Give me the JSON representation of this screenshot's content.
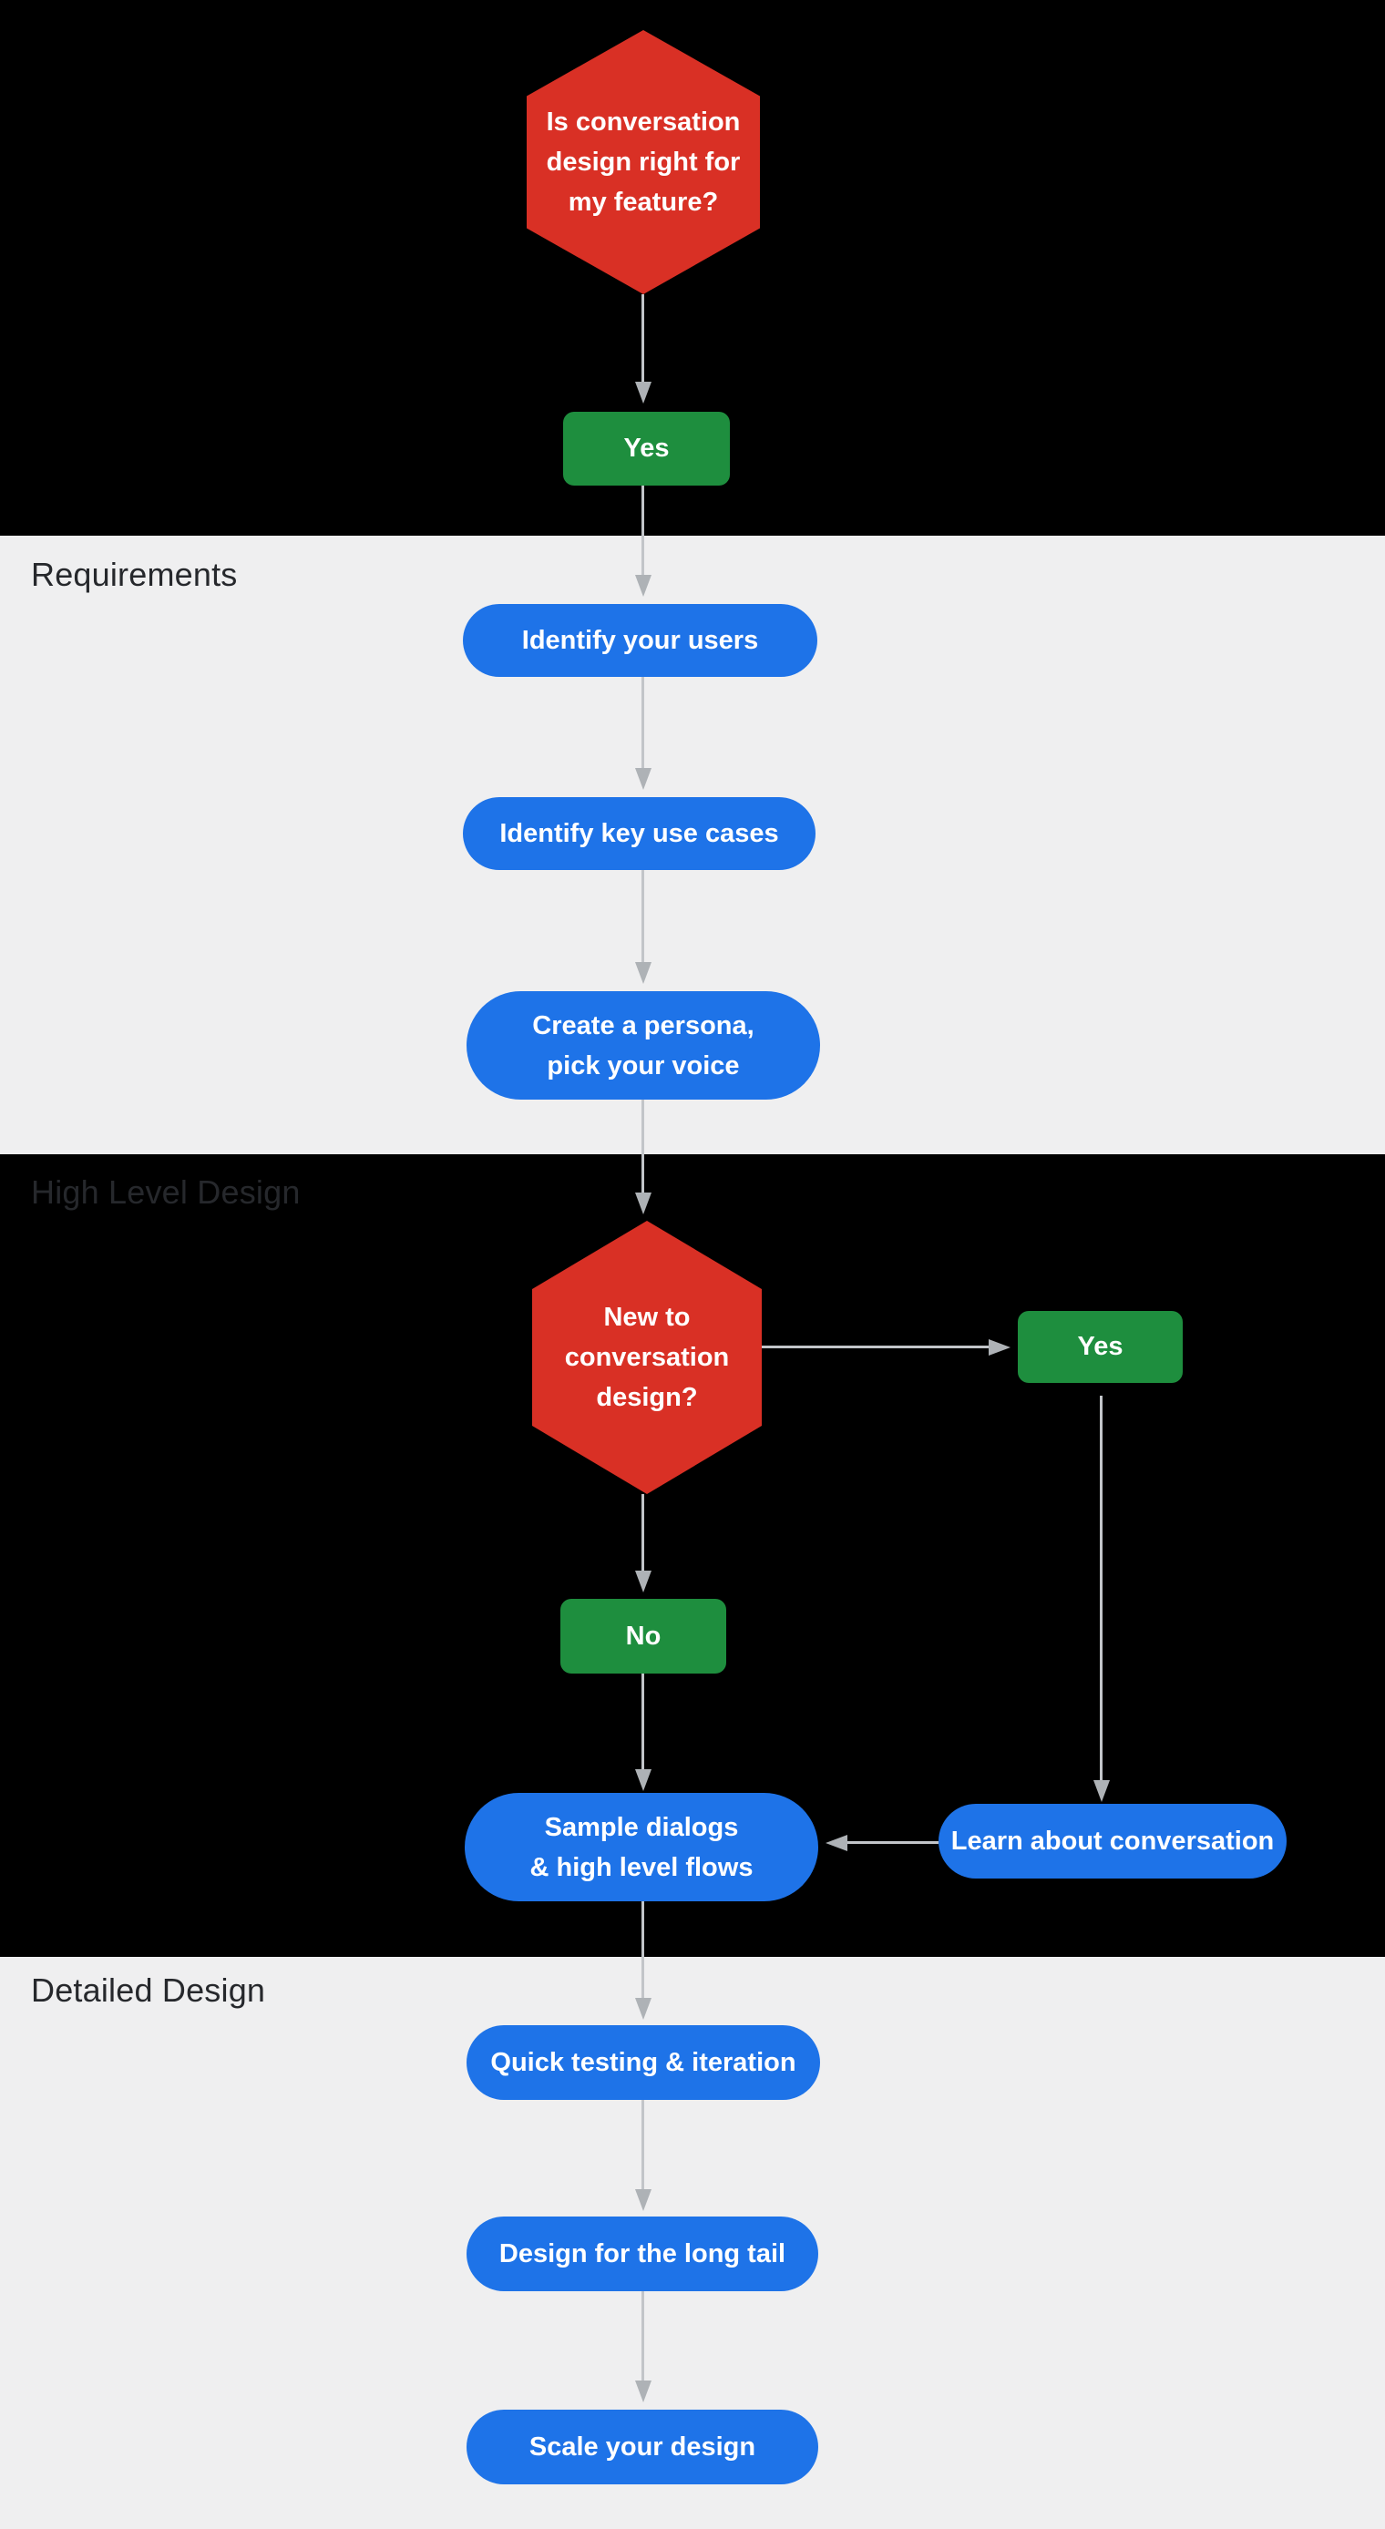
{
  "colors": {
    "bg-dark": "#000000",
    "bg-light": "#efeff0",
    "node-red": "#d93025",
    "node-green": "#1e8e3e",
    "node-blue": "#1e73e8",
    "node-text": "#ffffff",
    "arrow-line": "#c2c5c9",
    "arrow-head": "#aeb2b6",
    "section-label": "#26282c",
    "page-border": "#e0e3e7"
  },
  "sections": {
    "requirements": {
      "label": "Requirements"
    },
    "high_level_design": {
      "label": "High Level Design"
    },
    "detailed_design": {
      "label": "Detailed Design"
    }
  },
  "nodes": {
    "decision_start": {
      "lines": [
        "Is conversation",
        "design right for",
        "my feature?"
      ]
    },
    "decision_start_yes": {
      "label": "Yes"
    },
    "identify_users": {
      "label": "Identify your users"
    },
    "identify_use_cases": {
      "label": "Identify key use cases"
    },
    "create_persona": {
      "lines": [
        "Create a persona,",
        "pick your voice"
      ]
    },
    "decision_new": {
      "lines": [
        "New to",
        "conversation",
        "design?"
      ]
    },
    "decision_new_yes": {
      "label": "Yes"
    },
    "decision_new_no": {
      "label": "No"
    },
    "sample_dialogs": {
      "lines": [
        "Sample dialogs",
        "& high level flows"
      ]
    },
    "learn_conversation": {
      "label": "Learn about conversation"
    },
    "quick_testing": {
      "label": "Quick testing & iteration"
    },
    "design_long_tail": {
      "label": "Design for the long tail"
    },
    "scale_design": {
      "label": "Scale your design"
    }
  }
}
